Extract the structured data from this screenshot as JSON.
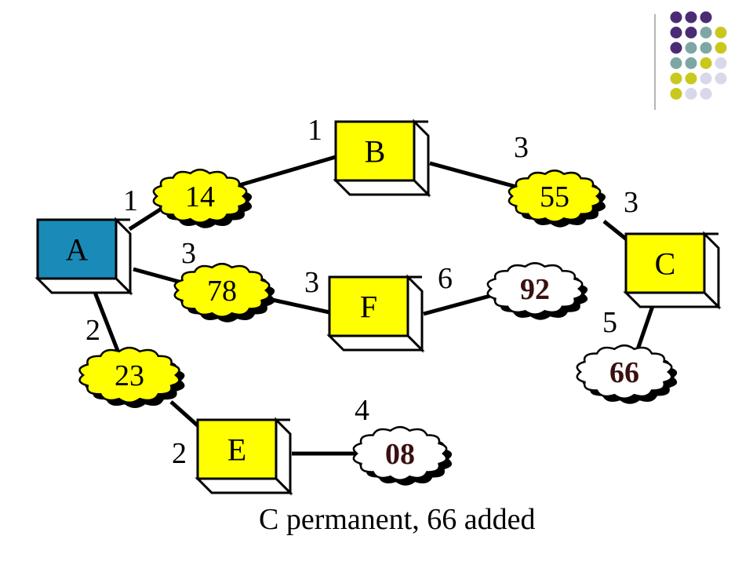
{
  "colors": {
    "purple": "#4b2c74",
    "teal": "#7ea7a4",
    "olive": "#c8c81e",
    "lavender": "#d8d8ea",
    "yellow": "#ffff00",
    "node_a": "#1a8bb8",
    "cloud_white": "#ffffff",
    "dark_label": "#3a1010",
    "line": "#000000"
  },
  "routers": [
    {
      "id": "A",
      "label": "A",
      "highlight": true
    },
    {
      "id": "B",
      "label": "B",
      "highlight": false
    },
    {
      "id": "C",
      "label": "C",
      "highlight": false
    },
    {
      "id": "F",
      "label": "F",
      "highlight": false
    },
    {
      "id": "E",
      "label": "E",
      "highlight": false
    }
  ],
  "networks": [
    {
      "id": "n14",
      "label": "14",
      "state": "yellow"
    },
    {
      "id": "n55",
      "label": "55",
      "state": "yellow"
    },
    {
      "id": "n78",
      "label": "78",
      "state": "yellow"
    },
    {
      "id": "n92",
      "label": "92",
      "state": "white"
    },
    {
      "id": "n23",
      "label": "23",
      "state": "yellow"
    },
    {
      "id": "n66",
      "label": "66",
      "state": "white"
    },
    {
      "id": "n08",
      "label": "08",
      "state": "white"
    }
  ],
  "weights": {
    "b_top": "1",
    "a_14": "1",
    "b_55": "3",
    "c_55": "3",
    "a_78": "3",
    "f_78": "3",
    "f_92": "6",
    "c_66": "5",
    "a_23": "2",
    "e_23": "2",
    "e_08": "4"
  },
  "caption": "C permanent, 66 added"
}
